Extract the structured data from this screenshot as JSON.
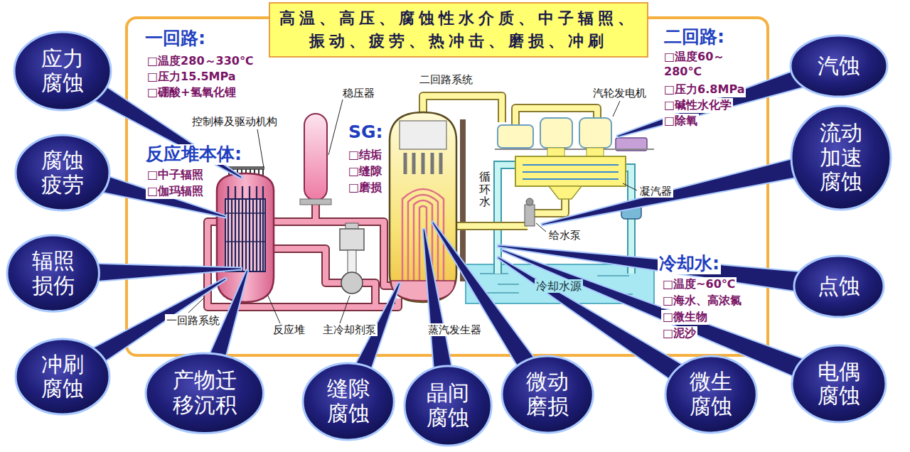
{
  "diagram": {
    "title": "高温、高压、腐蚀性水介质、中子辐照、振动、疲劳、热冲击、磨损、冲刷",
    "nodes": [
      {
        "text": [
          "应力腐蚀"
        ]
      },
      {
        "text": [
          "腐蚀疲劳"
        ]
      },
      {
        "text": [
          "辐照损伤"
        ]
      },
      {
        "text": [
          "冲刷腐蚀"
        ]
      },
      {
        "text": [
          "产物迁移沉积"
        ]
      },
      {
        "text": [
          "缝隙腐蚀"
        ]
      },
      {
        "text": [
          "晶间腐蚀"
        ]
      },
      {
        "text": [
          "微动磨损"
        ]
      },
      {
        "text": [
          "微生腐蚀"
        ]
      },
      {
        "text": [
          "电偶腐蚀"
        ]
      },
      {
        "text": [
          "点蚀"
        ]
      },
      {
        "text": [
          "流动加速腐蚀"
        ]
      },
      {
        "text": [
          "汽蚀"
        ]
      }
    ],
    "labels": [
      "一回路:",
      "□温度280～330℃",
      "□压力15.5MPa",
      "□硼酸+氢氧化锂",
      "控制棒及驱动机构",
      "稳压器",
      "二回路系统",
      "二回路:",
      "□温度60～280℃",
      "□压力6.8MPa",
      "□碱性水化学",
      "□除氧",
      "汽轮发电机",
      "SG:",
      "□结垢",
      "□缝隙",
      "□磨损",
      "反应堆本体:",
      "□中子辐照",
      "□伽玛辐照",
      "循环水",
      "凝汽器",
      "给水泵",
      "冷却水:",
      "冷却水源",
      "□温度~60℃",
      "□海水、高浓氯",
      "□微生物",
      "□泥沙",
      "一回路系统",
      "反应堆",
      "主冷却剂泵",
      "蒸汽发生器"
    ]
  }
}
